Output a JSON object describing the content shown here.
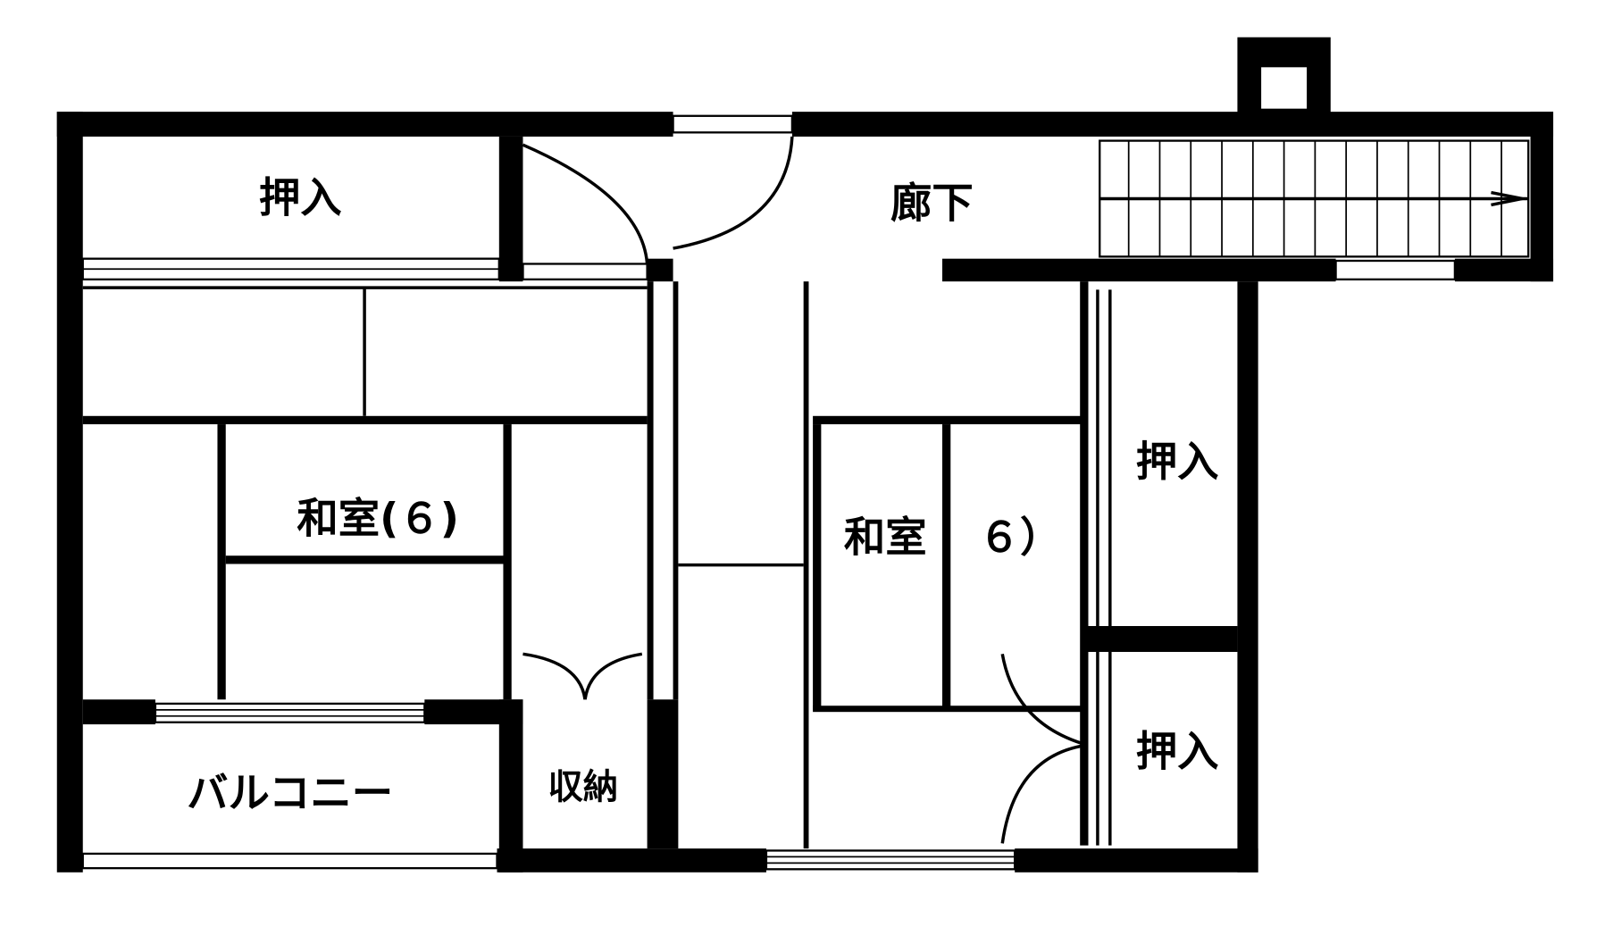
{
  "floor_plan": {
    "rooms": [
      {
        "id": "closet-top-left",
        "label": "押入"
      },
      {
        "id": "hallway",
        "label": "廊下"
      },
      {
        "id": "washitsu-left",
        "label": "和室(６)"
      },
      {
        "id": "washitsu-right",
        "label": "和室",
        "label_suffix": "６）"
      },
      {
        "id": "closet-right-upper",
        "label": "押入"
      },
      {
        "id": "closet-right-lower",
        "label": "押入"
      },
      {
        "id": "balcony",
        "label": "バルコニー"
      },
      {
        "id": "storage",
        "label": "収納"
      }
    ],
    "colors": {
      "wall": "#000000",
      "background": "#ffffff"
    }
  }
}
